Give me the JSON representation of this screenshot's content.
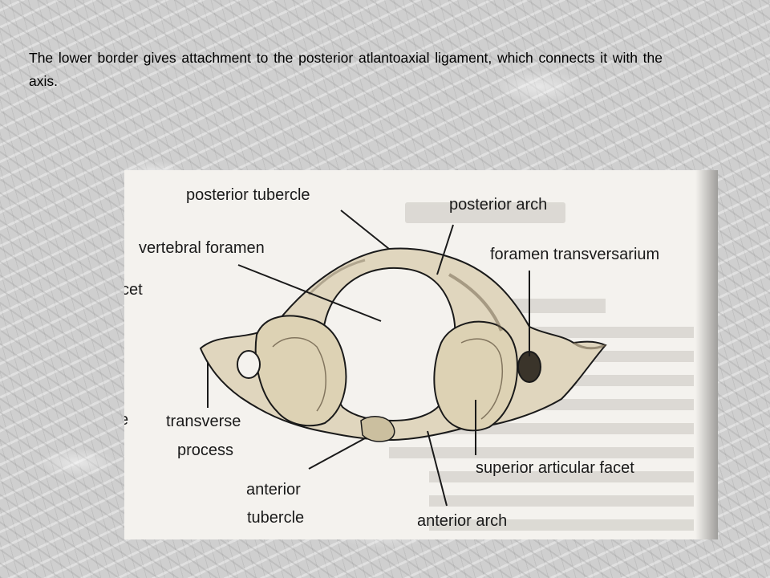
{
  "caption": "The lower border gives attachment to the posterior atlantoaxial ligament, which connects it with the axis.",
  "figure": {
    "labels": {
      "posterior_tubercle": "posterior tubercle",
      "posterior_arch": "posterior arch",
      "vertebral_foramen": "vertebral foramen",
      "foramen_transversarium": "foramen transversarium",
      "facet_fragment": "cet",
      "e_fragment": "e",
      "transverse_process_1": "transverse",
      "transverse_process_2": "process",
      "superior_articular_facet": "superior articular facet",
      "anterior_tubercle_1": "anterior",
      "anterior_tubercle_2": "tubercle",
      "anterior_arch": "anterior arch"
    },
    "colors": {
      "bone": "#e0d6be",
      "bone_shadow": "#6b5e48",
      "outline": "#1a1a1a",
      "page": "#f4f2ee"
    }
  }
}
